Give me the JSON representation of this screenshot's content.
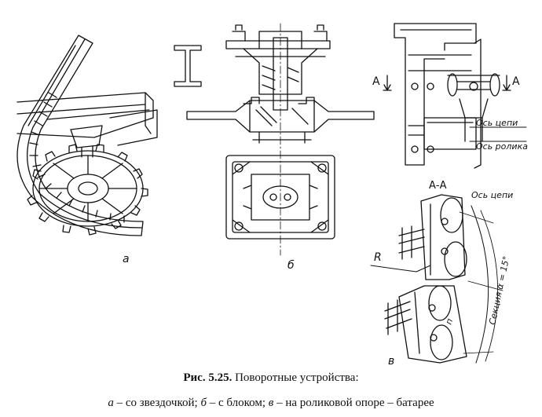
{
  "figure": {
    "caption_number": "Рис. 5.25.",
    "caption_title": "Поворотные устройства:",
    "legend": [
      {
        "letter": "а",
        "text": "со звездочкой;"
      },
      {
        "letter": "б",
        "text": "с блоком;"
      },
      {
        "letter": "в",
        "text": "на роликовой опоре – батарее"
      }
    ]
  },
  "labels": {
    "sub_a": "а",
    "sub_b": "б",
    "sub_v": "в",
    "section_mark_left": "А",
    "section_mark_right": "А",
    "section_title": "А-А",
    "chain_axis_top": "Ось цепи",
    "roller_axis": "Ось ролика",
    "chain_axis_section": "Ось цепи",
    "radius": "R",
    "section_angle": "Секция α = 15°",
    "p_mark": "п"
  }
}
